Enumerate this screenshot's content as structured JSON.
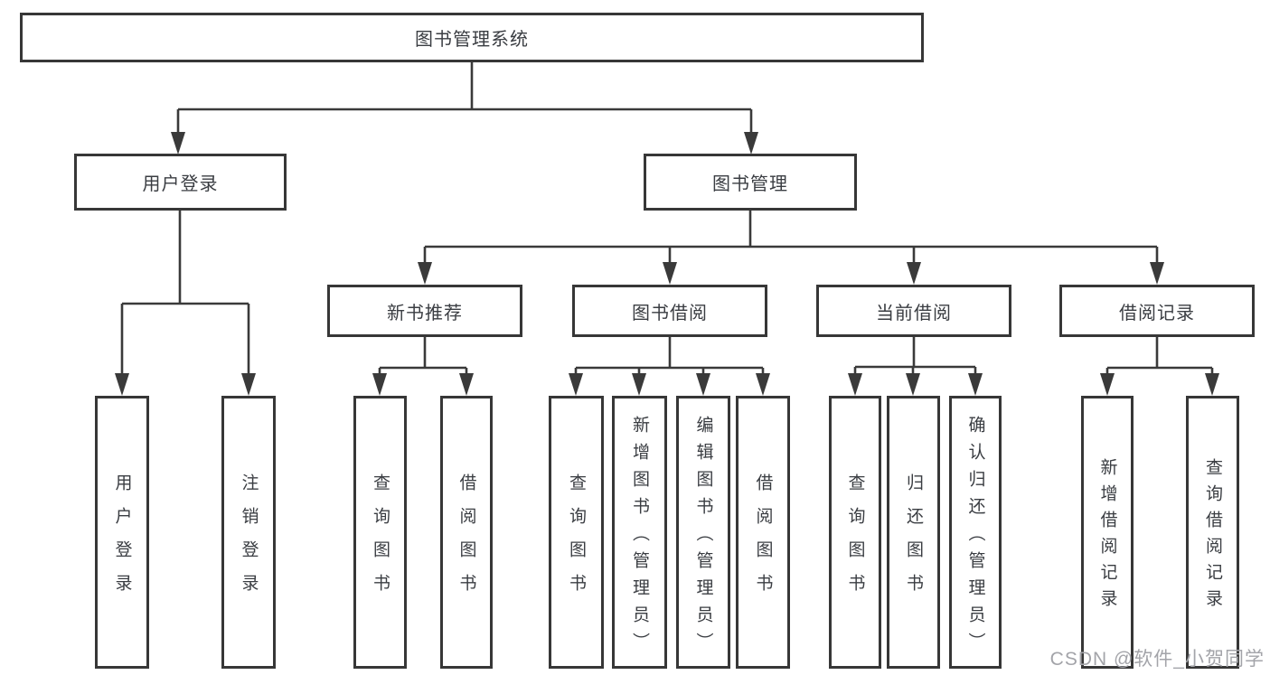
{
  "diagram": {
    "root": {
      "label": "图书管理系统"
    },
    "branches": [
      {
        "label": "用户登录",
        "children": [
          {
            "label": "用户登录"
          },
          {
            "label": "注销登录"
          }
        ]
      },
      {
        "label": "图书管理",
        "children": [
          {
            "label": "新书推荐",
            "children": [
              {
                "label": "查询图书"
              },
              {
                "label": "借阅图书"
              }
            ]
          },
          {
            "label": "图书借阅",
            "children": [
              {
                "label": "查询图书"
              },
              {
                "label": "新增图书（管理员）"
              },
              {
                "label": "编辑图书（管理员）"
              },
              {
                "label": "借阅图书"
              }
            ]
          },
          {
            "label": "当前借阅",
            "children": [
              {
                "label": "查询图书"
              },
              {
                "label": "归还图书"
              },
              {
                "label": "确认归还（管理员）"
              }
            ]
          },
          {
            "label": "借阅记录",
            "children": [
              {
                "label": "新增借阅记录"
              },
              {
                "label": "查询借阅记录"
              }
            ]
          }
        ]
      }
    ]
  },
  "watermark": {
    "text": "CSDN @软件_小贺同学"
  },
  "colors": {
    "line": "#3a3a3a",
    "text": "#3a3d42",
    "watermark": "#a3a4a9",
    "background": "#ffffff"
  }
}
